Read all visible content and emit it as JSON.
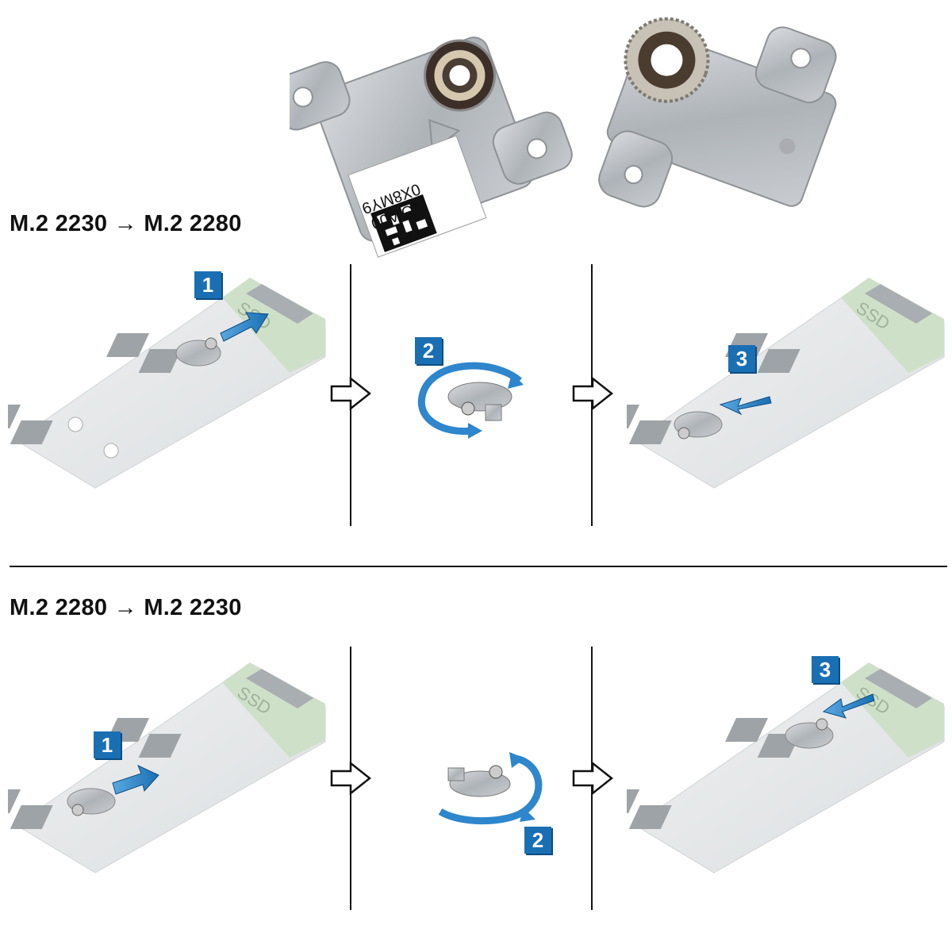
{
  "sections": [
    {
      "title": "M.2 2230 → M.2 2280"
    },
    {
      "title": "M.2 2280 → M.2 2230"
    }
  ],
  "bracket_label": {
    "line1": "0X8MY9",
    "line2": "I1O A00"
  },
  "board_label": "SSD",
  "steps": {
    "top": [
      "1",
      "2",
      "3"
    ],
    "bottom": [
      "1",
      "2",
      "3"
    ]
  },
  "colors": {
    "accent": "#1a6fb3",
    "board": "#e4e6e8",
    "board_green": "#cfe0c9",
    "metal": "#b8bcc0",
    "line": "#111111"
  },
  "icons": [
    "next-arrow-icon",
    "rotate-arrow-icon",
    "insert-arrow-icon"
  ]
}
